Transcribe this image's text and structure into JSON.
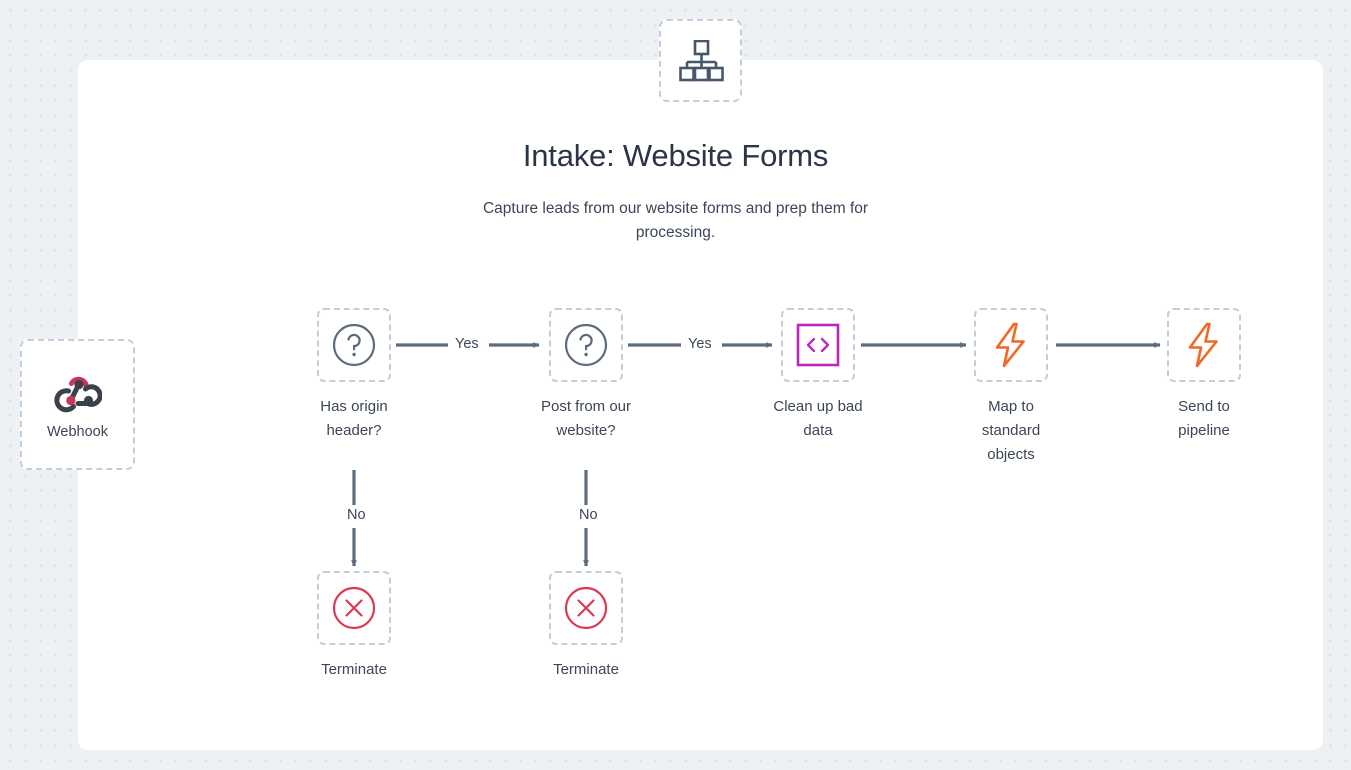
{
  "header": {
    "icon": "org-chart-icon",
    "title": "Intake: Website Forms",
    "subtitle": "Capture leads from our website forms and prep them for processing."
  },
  "colors": {
    "background": "#eef1f4",
    "dot": "#d7dde4",
    "card": "#ffffff",
    "node_border": "#c3cedb",
    "text": "#3c4658",
    "title": "#2c3545",
    "connector": "#5c6b7e",
    "question_icon": "#5c6b7e",
    "code_icon": "#bb28bb",
    "lightning_icon": "#f26722",
    "terminate_icon": "#da3954",
    "webhook_primary": "#c9365a",
    "webhook_secondary": "#3b4049"
  },
  "trigger": {
    "name": "webhook-trigger",
    "icon": "webhook-icon",
    "label": "Webhook"
  },
  "nodes": [
    {
      "id": "has-origin-header",
      "icon": "question-icon",
      "label": "Has origin\nheader?"
    },
    {
      "id": "post-from-website",
      "icon": "question-icon",
      "label": "Post from our\nwebsite?"
    },
    {
      "id": "clean-up-bad-data",
      "icon": "code-icon",
      "label": "Clean up bad\ndata"
    },
    {
      "id": "map-to-standard-objects",
      "icon": "lightning-icon",
      "label": "Map to\nstandard\nobjects"
    },
    {
      "id": "send-to-pipeline",
      "icon": "lightning-icon",
      "label": "Send to\npipeline"
    },
    {
      "id": "terminate-1",
      "icon": "terminate-icon",
      "label": "Terminate"
    },
    {
      "id": "terminate-2",
      "icon": "terminate-icon",
      "label": "Terminate"
    }
  ],
  "edges": [
    {
      "id": "edge-origin-yes",
      "label": "Yes"
    },
    {
      "id": "edge-website-yes",
      "label": "Yes"
    },
    {
      "id": "edge-clean-map",
      "label": ""
    },
    {
      "id": "edge-map-send",
      "label": ""
    },
    {
      "id": "edge-origin-no",
      "label": "No"
    },
    {
      "id": "edge-website-no",
      "label": "No"
    }
  ]
}
